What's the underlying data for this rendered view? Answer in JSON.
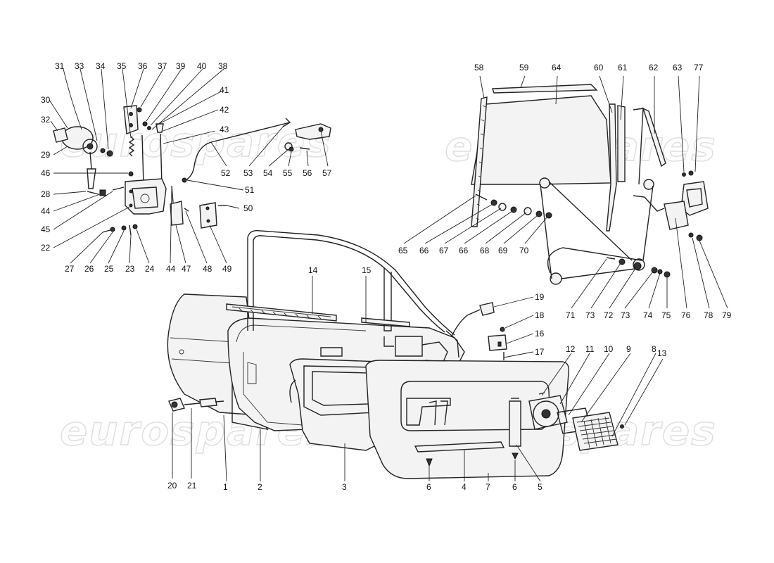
{
  "watermark": {
    "text": "eurospares"
  },
  "callouts": [
    {
      "id": "c1",
      "text": "1"
    },
    {
      "id": "c2",
      "text": "2"
    },
    {
      "id": "c3",
      "text": "3"
    },
    {
      "id": "c4",
      "text": "4"
    },
    {
      "id": "c5",
      "text": "5"
    },
    {
      "id": "c6a",
      "text": "6"
    },
    {
      "id": "c6b",
      "text": "6"
    },
    {
      "id": "c7",
      "text": "7"
    },
    {
      "id": "c8",
      "text": "8"
    },
    {
      "id": "c9",
      "text": "9"
    },
    {
      "id": "c10",
      "text": "10"
    },
    {
      "id": "c11",
      "text": "11"
    },
    {
      "id": "c12",
      "text": "12"
    },
    {
      "id": "c13",
      "text": "13"
    },
    {
      "id": "c14",
      "text": "14"
    },
    {
      "id": "c15",
      "text": "15"
    },
    {
      "id": "c16",
      "text": "16"
    },
    {
      "id": "c17",
      "text": "17"
    },
    {
      "id": "c18",
      "text": "18"
    },
    {
      "id": "c19",
      "text": "19"
    },
    {
      "id": "c20",
      "text": "20"
    },
    {
      "id": "c21",
      "text": "21"
    },
    {
      "id": "c22",
      "text": "22"
    },
    {
      "id": "c23",
      "text": "23"
    },
    {
      "id": "c24",
      "text": "24"
    },
    {
      "id": "c25",
      "text": "25"
    },
    {
      "id": "c26",
      "text": "26"
    },
    {
      "id": "c27",
      "text": "27"
    },
    {
      "id": "c28",
      "text": "28"
    },
    {
      "id": "c29",
      "text": "29"
    },
    {
      "id": "c30",
      "text": "30"
    },
    {
      "id": "c31",
      "text": "31"
    },
    {
      "id": "c32",
      "text": "32"
    },
    {
      "id": "c33",
      "text": "33"
    },
    {
      "id": "c34",
      "text": "34"
    },
    {
      "id": "c35",
      "text": "35"
    },
    {
      "id": "c36",
      "text": "36"
    },
    {
      "id": "c37",
      "text": "37"
    },
    {
      "id": "c38",
      "text": "38"
    },
    {
      "id": "c39",
      "text": "39"
    },
    {
      "id": "c40",
      "text": "40"
    },
    {
      "id": "c41",
      "text": "41"
    },
    {
      "id": "c42",
      "text": "42"
    },
    {
      "id": "c43",
      "text": "43"
    },
    {
      "id": "c44a",
      "text": "44"
    },
    {
      "id": "c44b",
      "text": "44"
    },
    {
      "id": "c45",
      "text": "45"
    },
    {
      "id": "c46",
      "text": "46"
    },
    {
      "id": "c47",
      "text": "47"
    },
    {
      "id": "c48",
      "text": "48"
    },
    {
      "id": "c49",
      "text": "49"
    },
    {
      "id": "c50",
      "text": "50"
    },
    {
      "id": "c51",
      "text": "51"
    },
    {
      "id": "c52",
      "text": "52"
    },
    {
      "id": "c53",
      "text": "53"
    },
    {
      "id": "c54",
      "text": "54"
    },
    {
      "id": "c55",
      "text": "55"
    },
    {
      "id": "c56",
      "text": "56"
    },
    {
      "id": "c57",
      "text": "57"
    },
    {
      "id": "c58",
      "text": "58"
    },
    {
      "id": "c59",
      "text": "59"
    },
    {
      "id": "c60",
      "text": "60"
    },
    {
      "id": "c61",
      "text": "61"
    },
    {
      "id": "c62",
      "text": "62"
    },
    {
      "id": "c63",
      "text": "63"
    },
    {
      "id": "c64",
      "text": "64"
    },
    {
      "id": "c65",
      "text": "65"
    },
    {
      "id": "c66a",
      "text": "66"
    },
    {
      "id": "c66b",
      "text": "66"
    },
    {
      "id": "c67",
      "text": "67"
    },
    {
      "id": "c68",
      "text": "68"
    },
    {
      "id": "c69",
      "text": "69"
    },
    {
      "id": "c70",
      "text": "70"
    },
    {
      "id": "c71",
      "text": "71"
    },
    {
      "id": "c72",
      "text": "72"
    },
    {
      "id": "c73a",
      "text": "73"
    },
    {
      "id": "c73b",
      "text": "73"
    },
    {
      "id": "c74",
      "text": "74"
    },
    {
      "id": "c75",
      "text": "75"
    },
    {
      "id": "c76",
      "text": "76"
    },
    {
      "id": "c77",
      "text": "77"
    },
    {
      "id": "c78",
      "text": "78"
    },
    {
      "id": "c79",
      "text": "79"
    }
  ]
}
